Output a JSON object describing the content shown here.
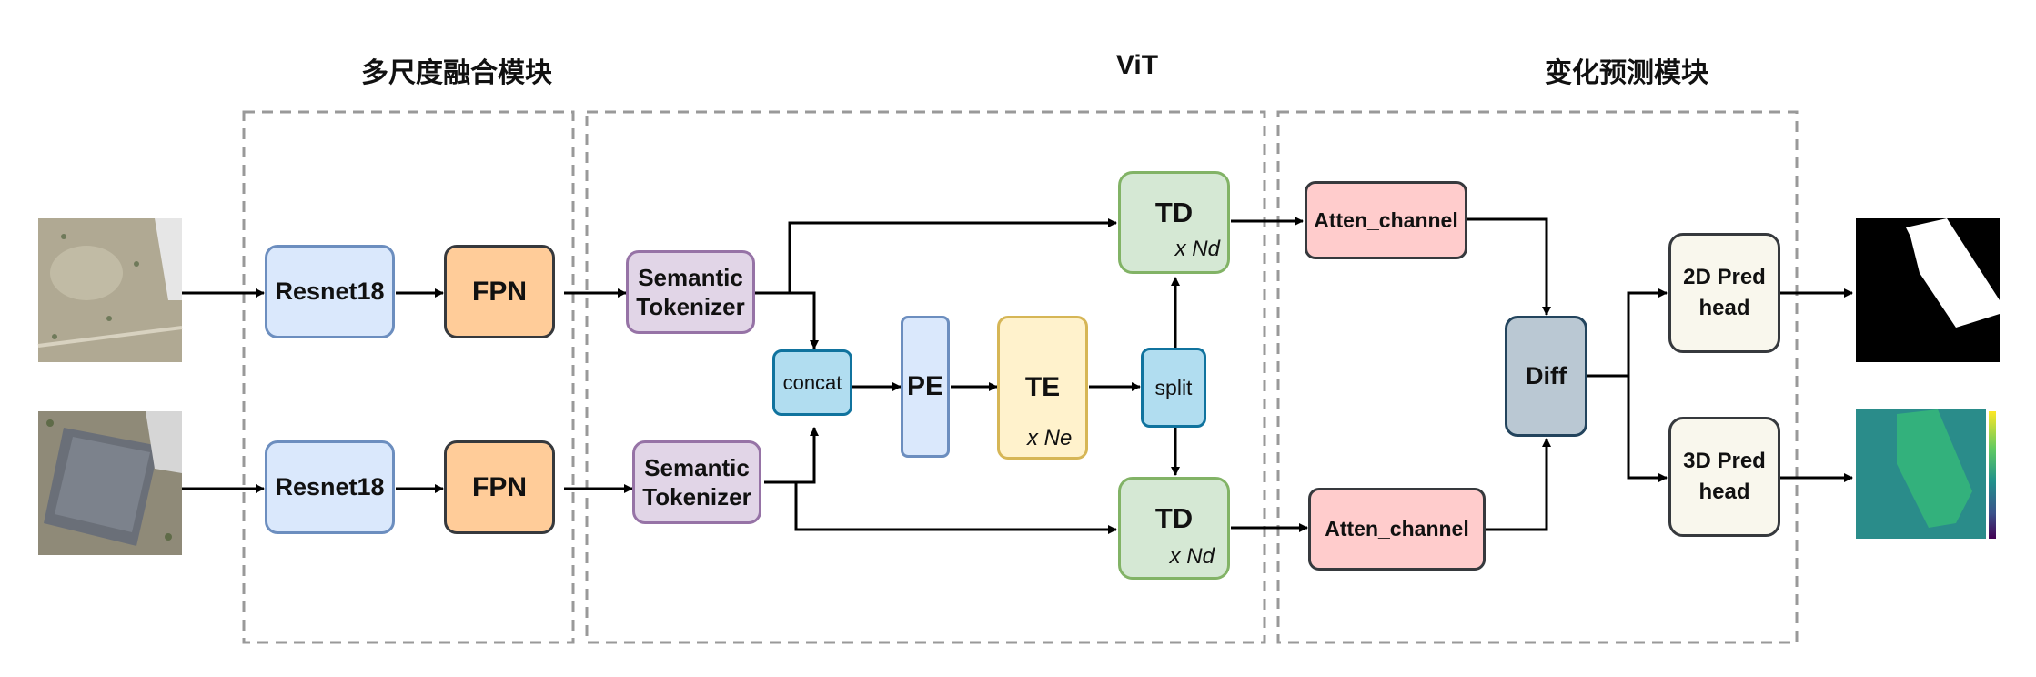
{
  "sections": {
    "multiscale": "多尺度融合模块",
    "vit": "ViT",
    "change": "变化预测模块"
  },
  "boxes": {
    "resnet_top": "Resnet18",
    "resnet_bottom": "Resnet18",
    "fpn_top": "FPN",
    "fpn_bottom": "FPN",
    "tokenizer_top_line1": "Semantic",
    "tokenizer_top_line2": "Tokenizer",
    "tokenizer_bottom_line1": "Semantic",
    "tokenizer_bottom_line2": "Tokenizer",
    "concat": "concat",
    "pe": "PE",
    "te": "TE",
    "te_sub": "x Ne",
    "split": "split",
    "td_top": "TD",
    "td_top_sub": "x Nd",
    "td_bottom": "TD",
    "td_bottom_sub": "x Nd",
    "atten_top": "Atten_channel",
    "atten_bottom": "Atten_channel",
    "diff": "Diff",
    "pred2d_line1": "2D Pred",
    "pred2d_line2": "head",
    "pred3d_line1": "3D Pred",
    "pred3d_line2": "head"
  },
  "colors": {
    "arrow": "#000000",
    "dashed_border": "#999999"
  }
}
